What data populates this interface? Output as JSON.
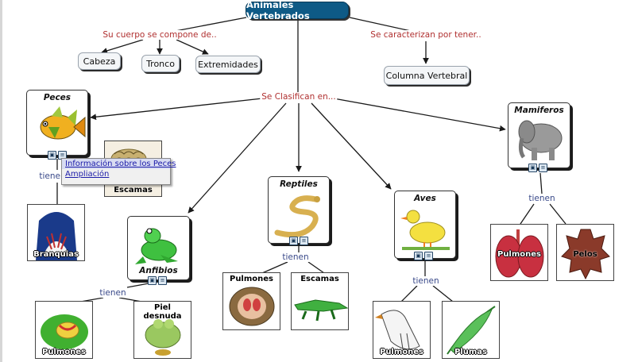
{
  "map": {
    "root": "Animales Vertebrados",
    "phrases": {
      "compone": "Su cuerpo se compone de..",
      "caracterizan": "Se caracterizan por tener..",
      "clasifican": "Se Clasifican en..."
    },
    "parts": [
      "Cabeza",
      "Tronco",
      "Extremidades"
    ],
    "trait": "Columna Vertebral",
    "tiene_label": "tienen",
    "classes": {
      "peces": {
        "title": "Peces",
        "items": [
          "Escamas",
          "Branquias"
        ]
      },
      "anfibios": {
        "title": "Anfibios",
        "items": [
          "Pulmones",
          "Piel desnuda"
        ]
      },
      "reptiles": {
        "title": "Reptiles",
        "items": [
          "Pulmones",
          "Escamas"
        ]
      },
      "aves": {
        "title": "Aves",
        "items": [
          "Pulmones",
          "Plumas"
        ]
      },
      "mamiferos": {
        "title": "Mamiferos",
        "items": [
          "Pulmones",
          "Pelos"
        ]
      }
    }
  },
  "popup": {
    "items": [
      "Información sobre los Peces",
      "Ampliación"
    ]
  },
  "icons": [
    "image-icon",
    "document-icon"
  ],
  "colors": {
    "root_bg": "#0e5a86",
    "phrase_text": "#b03030",
    "link_line": "#1a1a1a",
    "popup_link": "#1a1aa8"
  }
}
